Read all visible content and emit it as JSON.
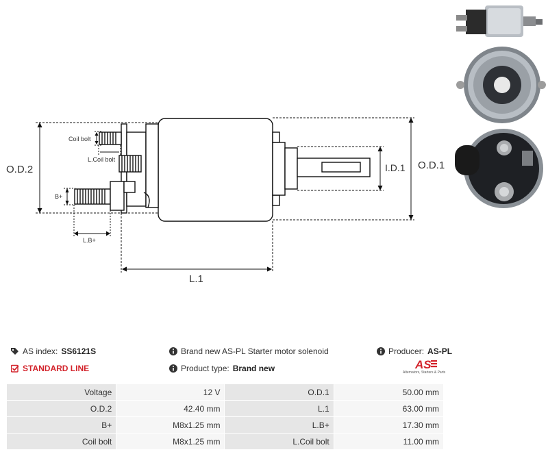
{
  "drawing": {
    "labels": {
      "od2": "O.D.2",
      "od1": "O.D.1",
      "id1": "I.D.1",
      "l1": "L.1",
      "coil_bolt": "Coil bolt",
      "l_coil_bolt": "L.Coil bolt",
      "b_plus": "B+",
      "l_b_plus": "L.B+"
    }
  },
  "info": {
    "as_index_label": "AS index:",
    "as_index_value": "SS6121S",
    "standard_line": "STANDARD LINE",
    "description": "Brand new AS-PL Starter motor solenoid",
    "product_type_label": "Product type:",
    "product_type_value": "Brand new",
    "producer_label": "Producer:",
    "producer_value": "AS-PL"
  },
  "logo": {
    "text": "AS",
    "tagline": "Alternators, Starters & Parts"
  },
  "specs": [
    {
      "l1": "Voltage",
      "v1": "12 V",
      "l2": "O.D.1",
      "v2": "50.00 mm"
    },
    {
      "l1": "O.D.2",
      "v1": "42.40 mm",
      "l2": "L.1",
      "v2": "63.00 mm"
    },
    {
      "l1": "B+",
      "v1": "M8x1.25 mm",
      "l2": "L.B+",
      "v2": "17.30 mm"
    },
    {
      "l1": "Coil bolt",
      "v1": "M8x1.25 mm",
      "l2": "L.Coil bolt",
      "v2": "11.00 mm"
    }
  ],
  "colors": {
    "accent_red": "#d3232b",
    "label_bg": "#e6e6e6",
    "value_bg": "#f6f6f6"
  }
}
